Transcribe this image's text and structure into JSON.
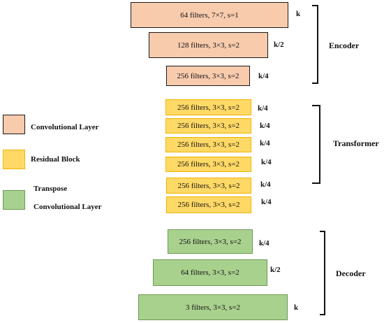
{
  "legend": {
    "items": [
      {
        "label": "Convolutional Layer",
        "color": "#f8cbad"
      },
      {
        "label": "Residual Block",
        "color": "#ffd966"
      },
      {
        "label": "Transpose",
        "label2": "Convolutional Layer",
        "color": "#a9d18e"
      }
    ]
  },
  "encoder": {
    "label": "Encoder",
    "layers": [
      {
        "text": "64 filters, 7×7, s=1",
        "size": "k"
      },
      {
        "text": "128 filters, 3×3, s=2",
        "size": "k/2"
      },
      {
        "text": "256 filters, 3×3, s=2",
        "size": "k/4"
      }
    ]
  },
  "transformer": {
    "label": "Transformer",
    "layers": [
      {
        "text": "256 filters, 3×3, s=2",
        "size": "k/4"
      },
      {
        "text": "256 filters, 3×3, s=2",
        "size": "k/4"
      },
      {
        "text": "256 filters, 3×3, s=2",
        "size": "k/4"
      },
      {
        "text": "256 filters, 3×3, s=2",
        "size": "k/4"
      },
      {
        "text": "256 filters, 3×3, s=2",
        "size": "k/4"
      },
      {
        "text": "256 filters, 3×3, s=2",
        "size": "k/4"
      }
    ]
  },
  "decoder": {
    "label": "Decoder",
    "layers": [
      {
        "text": "256 filters, 3×3, s=2",
        "size": "k/4"
      },
      {
        "text": "64 filters, 3×3, s=2",
        "size": "k/2"
      },
      {
        "text": "3 filters, 3×3, s=2",
        "size": "k"
      }
    ]
  }
}
